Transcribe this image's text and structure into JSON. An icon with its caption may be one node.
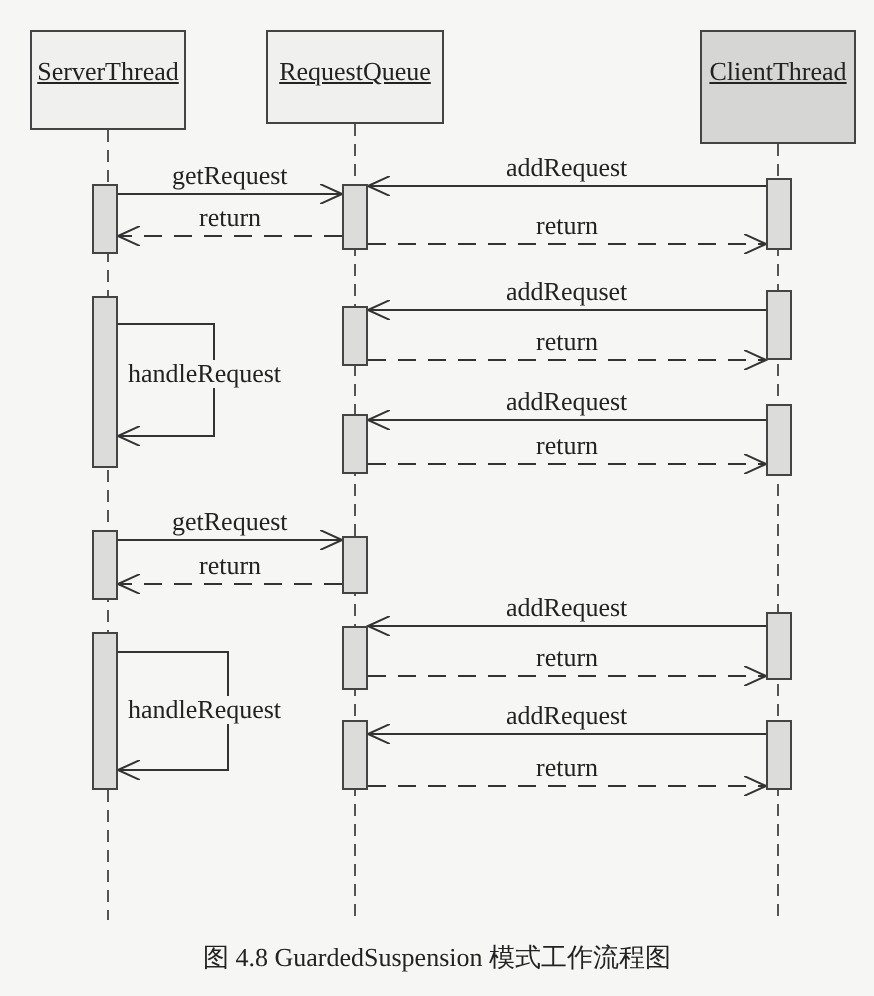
{
  "diagram": {
    "caption": "图 4.8 GuardedSuspension 模式工作流程图",
    "nodes": [
      {
        "text": [
          "ServerThread"
        ]
      },
      {
        "text": [
          "RequestQueue"
        ]
      },
      {
        "text": [
          "ClientThread"
        ]
      },
      {
        "text": [],
        "shape": "bar"
      },
      {
        "text": [],
        "shape": "bar"
      },
      {
        "text": [],
        "shape": "bar"
      },
      {
        "text": [],
        "shape": "bar"
      },
      {
        "text": [],
        "shape": "bar"
      },
      {
        "text": [],
        "shape": "bar"
      },
      {
        "text": [],
        "shape": "bar"
      },
      {
        "text": [],
        "shape": "bar"
      },
      {
        "text": [],
        "shape": "bar"
      },
      {
        "text": [],
        "shape": "bar"
      },
      {
        "text": [],
        "shape": "bar"
      },
      {
        "text": [],
        "shape": "bar"
      },
      {
        "text": [],
        "shape": "bar"
      },
      {
        "text": [],
        "shape": "bar"
      },
      {
        "text": [],
        "shape": "bar"
      }
    ],
    "edges": [
      {
        "from": 3,
        "to": 4,
        "arrow": "to",
        "label": "getRequest"
      },
      {
        "from": 4,
        "to": 3,
        "arrow": "to",
        "label": "return",
        "style": "dashed"
      },
      {
        "from": 5,
        "to": 4,
        "arrow": "to",
        "label": "addRequest"
      },
      {
        "from": 4,
        "to": 5,
        "arrow": "to",
        "label": "return",
        "style": "dashed"
      },
      {
        "from": 6,
        "to": 6,
        "arrow": "to",
        "label": "handleRequest"
      },
      {
        "from": 8,
        "to": 7,
        "arrow": "to",
        "label": "addRequset"
      },
      {
        "from": 7,
        "to": 8,
        "arrow": "to",
        "label": "return",
        "style": "dashed"
      },
      {
        "from": 10,
        "to": 9,
        "arrow": "to",
        "label": "addRequest"
      },
      {
        "from": 9,
        "to": 10,
        "arrow": "to",
        "label": "return",
        "style": "dashed"
      },
      {
        "from": 11,
        "to": 12,
        "arrow": "to",
        "label": "getRequest"
      },
      {
        "from": 12,
        "to": 11,
        "arrow": "to",
        "label": "return",
        "style": "dashed"
      },
      {
        "from": 13,
        "to": 13,
        "arrow": "to",
        "label": "handleRequest"
      },
      {
        "from": 15,
        "to": 14,
        "arrow": "to",
        "label": "addRequest"
      },
      {
        "from": 14,
        "to": 15,
        "arrow": "to",
        "label": "return",
        "style": "dashed"
      },
      {
        "from": 17,
        "to": 16,
        "arrow": "to",
        "label": "addRequest"
      },
      {
        "from": 16,
        "to": 17,
        "arrow": "to",
        "label": "return",
        "style": "dashed"
      }
    ]
  }
}
